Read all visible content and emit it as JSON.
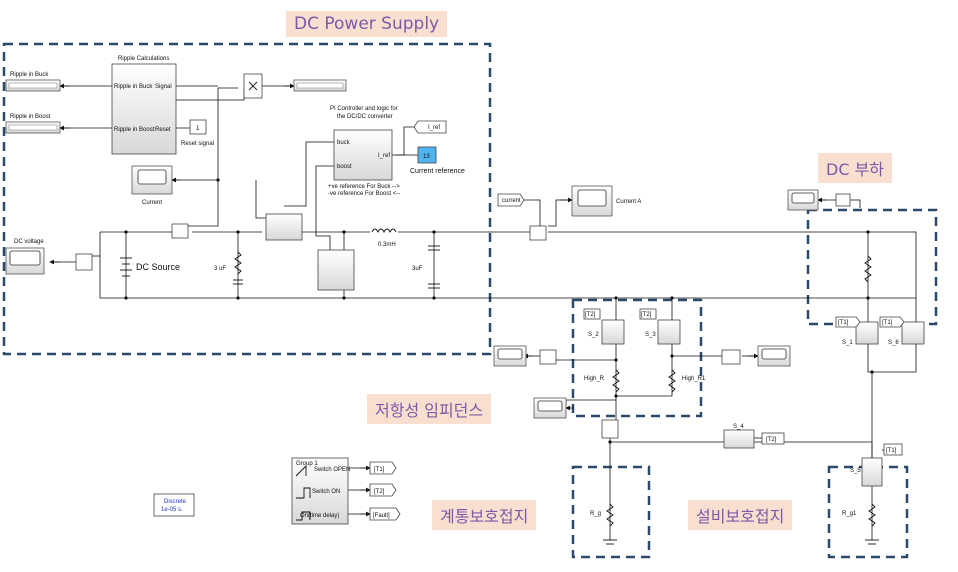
{
  "callouts": {
    "dc_power_supply": "DC Power Supply",
    "dc_load": "DC 부하",
    "resistive_impedance": "저항성 임피던스",
    "system_grounding": "계통보호접지",
    "equipment_grounding": "설비보호접지"
  },
  "labels": {
    "ripple_buck": "Ripple in Buck",
    "ripple_boost": "Ripple in Boost",
    "ripple_calc_title": "Ripple Calculations",
    "ripple_in_buck_port": "Ripple in Buck",
    "ripple_in_boost_port": "Ripple in Boost",
    "signal_port": "Signal",
    "reset_port": "Reset",
    "reset_signal": "Reset signal",
    "reset_value": "1",
    "current": "Current",
    "pi_title_1": "PI Controller and logic for",
    "pi_title_2": "the DC/DC converter",
    "buck_port": "buck",
    "boost_port": "boost",
    "iref_port": "I_ref",
    "iref_goto": "I_ref",
    "note_buck": "+ve reference For Buck -->",
    "note_boost": "-ve reference For Boost <--",
    "current_ref_value": "13",
    "current_reference": "Current reference",
    "dc_voltage": "DC voltage",
    "dc_source": "DC Source",
    "cap1": "3 uF",
    "inductor": "0.3mH",
    "cap2": "3uF",
    "current_tag": "current",
    "current_a": "Current A",
    "t2_a": "[T2]",
    "t2_b": "[T2]",
    "s2": "S_2",
    "s3": "S_3",
    "high_r": "High_R",
    "high_r1": "High_R1",
    "s1": "S_1",
    "s6": "S_6",
    "t1_a": "[T1]",
    "t1_b": "[T1]",
    "s4": "S_4",
    "t2_s4": "[T2]",
    "t1_s5": "[T1]",
    "s5": "S_5",
    "r_g": "R_g",
    "r_g1": "R_g1",
    "group_title": "Group 1",
    "switch_open": "Switch OPEN",
    "switch_on": "Switch ON",
    "on_time": "On(time delay)",
    "goto_t1": "[T1]",
    "goto_t2": "[T2]",
    "goto_fault": "[Fault]",
    "discrete_1": "Discrete",
    "discrete_2": "1e-05 s."
  }
}
